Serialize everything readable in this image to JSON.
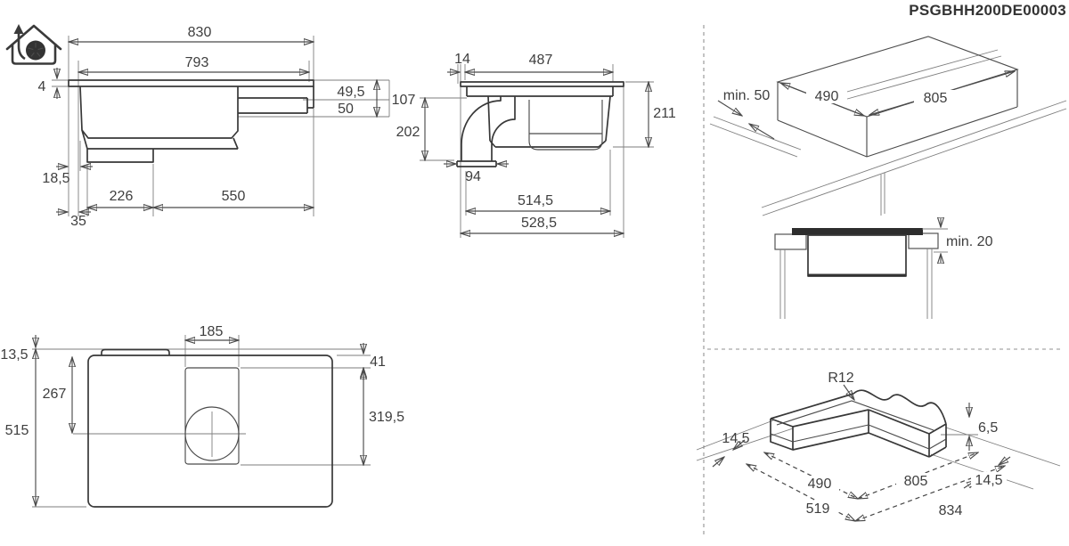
{
  "drawing": {
    "code": "PSGBHH200DE00003",
    "icon": "exhaust-air-house-icon",
    "line_color": "#4b4b4b",
    "text_color": "#3e3e3e"
  },
  "front_view": {
    "total_width": "830",
    "inner_width": "793",
    "glass_thickness": "4",
    "step_depth_1": "49,5",
    "step_depth_2": "50",
    "right_height": "107",
    "left_offset": "18,5",
    "duct_width": "226",
    "body_width": "550",
    "edge_offset": "35"
  },
  "profile_view": {
    "front_overhang": "14",
    "top_width": "487",
    "total_height": "211",
    "body_height": "202",
    "outlet_width": "94",
    "inner_depth": "514,5",
    "total_depth": "528,5"
  },
  "cutout_view": {
    "wall_clearance": "min. 50",
    "cutout_width": "490",
    "cutout_length": "805"
  },
  "section_view": {
    "bottom_clearance": "min. 20"
  },
  "plan_view": {
    "top_offset": "13,5",
    "module_width": "185",
    "right_offset": "41",
    "center_distance": "267",
    "total_depth": "515",
    "module_depth": "319,5"
  },
  "corner_view": {
    "corner_radius": "R12",
    "overlap_left": "14,5",
    "edge_height": "6,5",
    "cutout_width": "490",
    "cutout_length": "805",
    "overlap_right": "14,5",
    "outer_width": "519",
    "outer_length": "834"
  }
}
